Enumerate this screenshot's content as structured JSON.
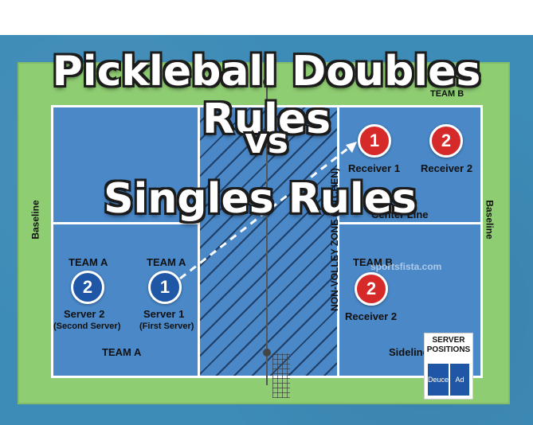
{
  "title": {
    "line1": "Pickleball Doubles Rules",
    "line2": "vs",
    "line3": "Singles Rules"
  },
  "court": {
    "team_b_top": "TEAM B",
    "team_a_left": "TEAM A",
    "team_a_right": "TEAM A",
    "team_a_bottom": "TEAM A",
    "team_b_right": "TEAM B",
    "kitchen_label": "NON-VOLLEY ZONE (KITCHEN)",
    "center_line_label": "Center Line",
    "baseline_left": "Baseline",
    "baseline_right": "Baseline",
    "sideline": "Sideline",
    "watermark": "sportsfista.com"
  },
  "players": {
    "receiver1": {
      "num": "1",
      "label": "Receiver 1"
    },
    "receiver2": {
      "num": "2",
      "label": "Receiver 2"
    },
    "receiver2_b": {
      "num": "2",
      "label": "Receiver 2"
    },
    "server2": {
      "num": "2",
      "label": "Server 2",
      "sub": "(Second Server)"
    },
    "server1": {
      "num": "1",
      "label": "Server 1",
      "sub": "(First Server)"
    }
  },
  "server_positions": {
    "title": "SERVER POSITIONS",
    "deuce": "Deuce",
    "ad": "Ad"
  },
  "colors": {
    "court_blue": "#4a88c8",
    "outer_green": "#8fcd72",
    "red_badge": "#d62a2a",
    "blue_badge": "#1f56a6"
  }
}
